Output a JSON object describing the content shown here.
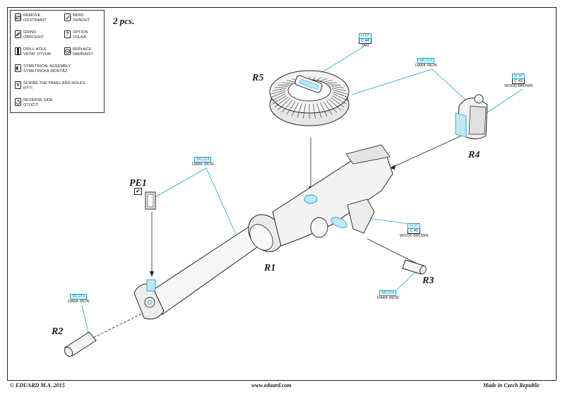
{
  "title": "2 pcs.",
  "legend": {
    "items": [
      {
        "icon": "remove-icon",
        "line1": "REMOVE",
        "line2": "ODSTRANIT"
      },
      {
        "icon": "bend-icon",
        "line1": "BEND",
        "line2": "OHNOUT"
      },
      {
        "icon": "grind-icon",
        "line1": "GRIND",
        "line2": "OBROUSIT"
      },
      {
        "icon": "option-icon",
        "line1": "OPTION",
        "line2": "VOLBA"
      },
      {
        "icon": "drill-hole-icon",
        "line1": "DRILL HOLE",
        "line2": "VRTAT OTVOR"
      },
      {
        "icon": "replace-icon",
        "line1": "REPLACE",
        "line2": "NAHRADIT"
      },
      {
        "icon": "symetrical-assembly-icon",
        "line1": "SYMETRICAL ASSEMBLY",
        "line2": "SYMETRICKÁ MONTÁŽ"
      },
      {
        "icon": "scribe-icon",
        "line1": "SCRIBE THE PANEL AND HOLES",
        "line2": "RÝTÍ"
      },
      {
        "icon": "reverse-side-icon",
        "line1": "REVERSE SIDE",
        "line2": "OTOČIT"
      }
    ]
  },
  "parts": {
    "r1": "R1",
    "r2": "R2",
    "r3": "R3",
    "r4": "R4",
    "r5": "R5",
    "pe1": "PE1"
  },
  "callouts": {
    "r5_tan": {
      "code": "H 27",
      "code2": "C 44",
      "caption": "TAN"
    },
    "r5_iron": {
      "code": "MC214",
      "caption": "DARK IRON"
    },
    "r4_wood": {
      "code": "H 37",
      "code2": "C 43",
      "caption": "WOOD BROWN"
    },
    "r1_iron": {
      "code": "MC214",
      "caption": "DARK IRON"
    },
    "grip_wood": {
      "code": "H 37",
      "code2": "C 43",
      "caption": "WOOD BROWN"
    },
    "r2_iron": {
      "code": "MC214",
      "caption": "DARK IRON"
    },
    "r3_iron": {
      "code": "MC214",
      "caption": "DARK IRON"
    }
  },
  "colors": {
    "accent": "#1aa3c9",
    "part_fill": "#bfe7f5",
    "line": "#222222"
  },
  "footer": {
    "left": "© EDUARD  M.A. 2015",
    "center": "www.eduard.com",
    "right": "Made in Czech Republic"
  }
}
